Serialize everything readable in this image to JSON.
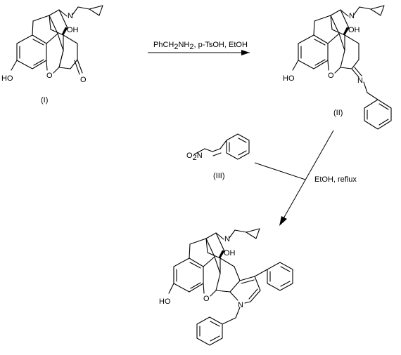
{
  "scheme": {
    "step1_reagents": [
      "PhCH",
      "2",
      "NH",
      "2",
      ", p-TsOH, EtOH"
    ],
    "step2_conditions": "EtOH, reflux"
  },
  "compounds": {
    "I": {
      "label": "(I)",
      "atoms": {
        "N": "N",
        "OH": "OH",
        "HO": "HO",
        "O_ring": "O",
        "O_ketone": "O"
      }
    },
    "II": {
      "label": "(II)",
      "atoms": {
        "N": "N",
        "OH": "OH",
        "HO": "HO",
        "O_ring": "O",
        "N_imine": "N"
      }
    },
    "III": {
      "label": "(III)",
      "atoms": {
        "O": "O",
        "sub2": "2",
        "N": "N"
      }
    },
    "product": {
      "atoms": {
        "N": "N",
        "OH": "OH",
        "HO": "HO",
        "O_ring": "O",
        "N_pyrrole": "N"
      }
    }
  }
}
